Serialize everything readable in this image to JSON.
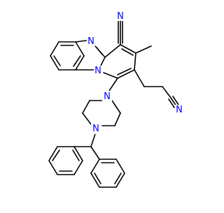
{
  "molecule": {
    "atom_labels": {
      "nitrile_top_n": "N",
      "imidazole_n": "N",
      "bridge_n": "N",
      "piperazine_n_top": "N",
      "piperazine_n_bottom": "N",
      "nitrile_side_n": "N"
    },
    "colors": {
      "bond": "#000000",
      "nitrogen": "#0000ff",
      "background": "#ffffff"
    }
  }
}
